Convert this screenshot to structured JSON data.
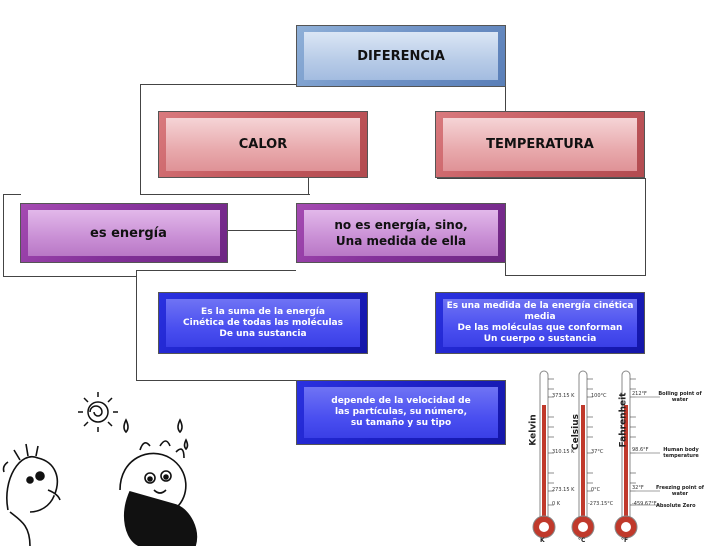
{
  "diagram": {
    "root": "DIFERENCIA",
    "calor": "CALOR",
    "temperatura": "TEMPERATURA",
    "es_energia": "es energía",
    "no_es_energia": "no es energía, sino,\nUna medida de ella",
    "calor_def": "Es la suma de la energía\nCinética de todas las moléculas\nDe una sustancia",
    "temp_def": "Es una medida de la energía cinética  media\nDe las moléculas que conforman\nUn cuerpo o sustancia",
    "depende": "depende de la velocidad de\nlas partículas, su número,\nsu tamaño y su tipo"
  },
  "thermometers": {
    "scale_names": [
      "Kelvin",
      "Celsius",
      "Fahrenheit"
    ],
    "units": [
      "K",
      "°C",
      "°F"
    ],
    "kelvin_labels": [
      "373.15 K",
      "310.15 K",
      "273.15 K",
      "0 K"
    ],
    "celsius_labels": [
      "100°C",
      "37°C",
      "0°C",
      "-273.15°C"
    ],
    "fahrenheit_labels": [
      "212°F",
      "98.6°F",
      "32°F",
      "-459.67°F"
    ],
    "annotations": [
      "Boiling point of water",
      "Human body temperature",
      "Freezing point of water",
      "Absolute Zero"
    ]
  },
  "colors": {
    "blue_top": "#8fb0d8",
    "red": "#c45a5f",
    "purple": "#84319a",
    "blue": "#1c20c4"
  }
}
